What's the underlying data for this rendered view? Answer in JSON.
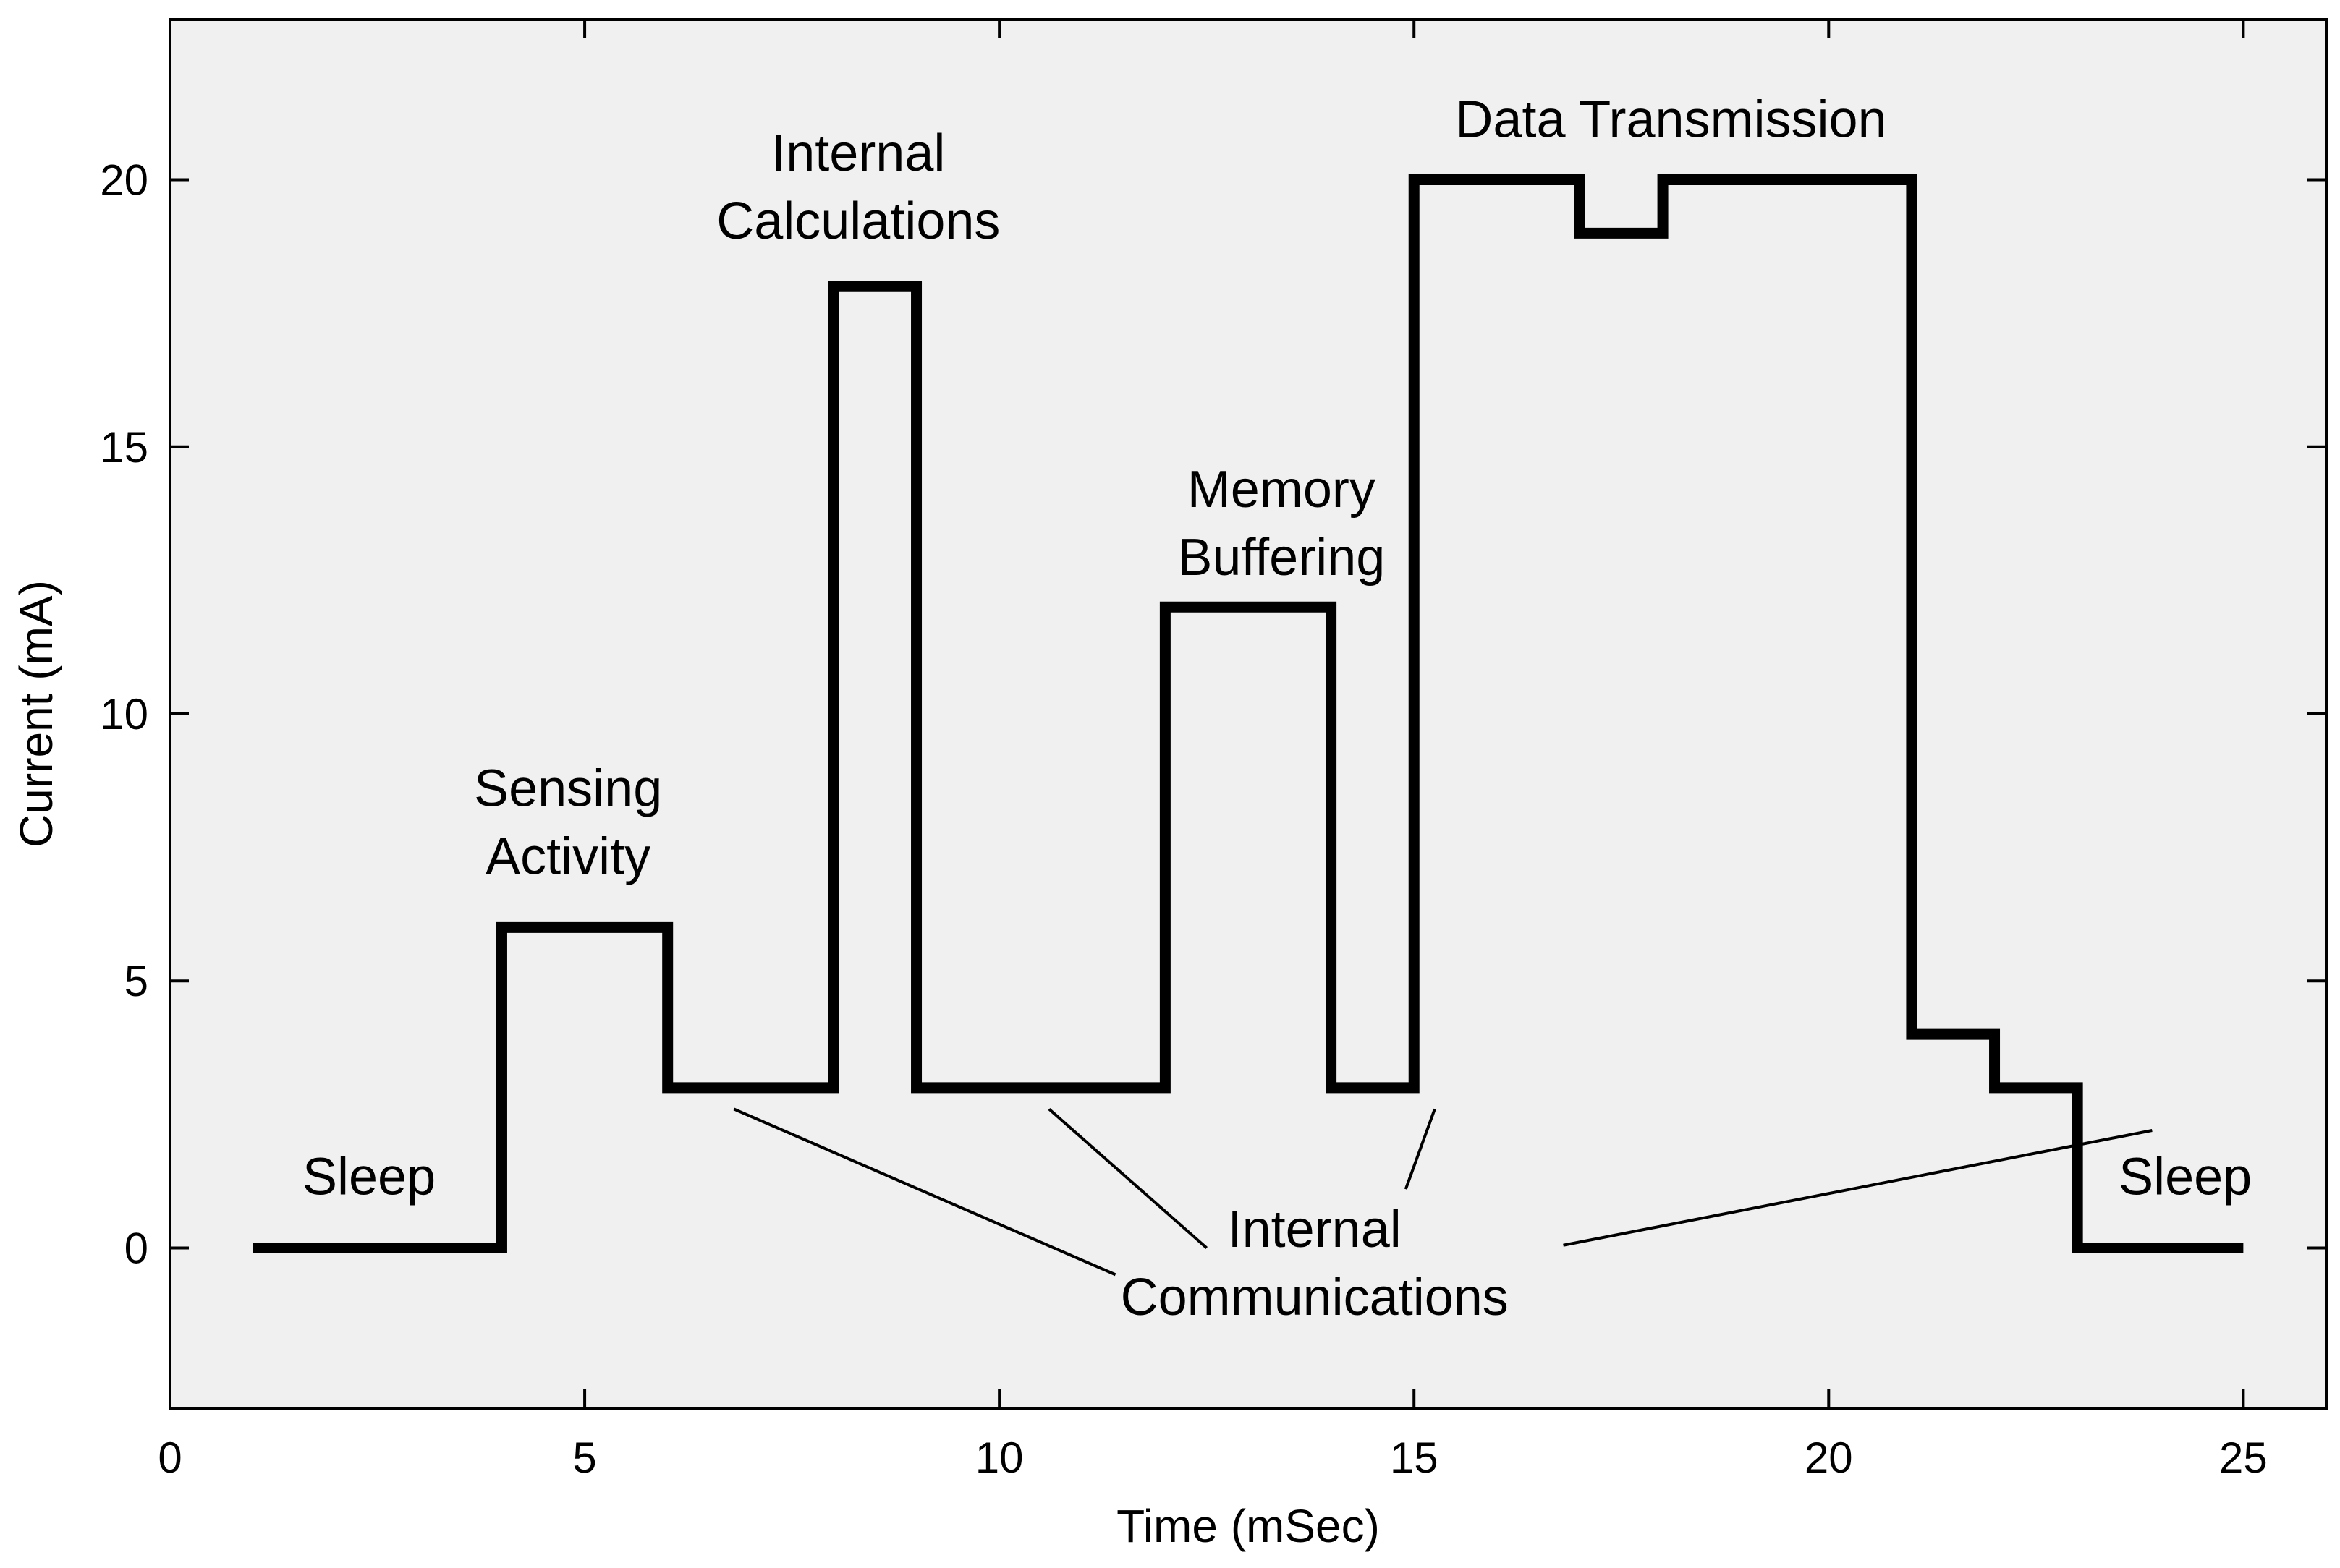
{
  "chart_data": {
    "type": "line",
    "title": "",
    "xlabel": "Time (mSec)",
    "ylabel": "Current (mA)",
    "xlim": [
      0,
      26
    ],
    "ylim": [
      -3,
      23
    ],
    "xticks": [
      0,
      5,
      10,
      15,
      20,
      25
    ],
    "yticks": [
      0,
      5,
      10,
      15,
      20
    ],
    "xtick_labels": [
      "0",
      "5",
      "10",
      "15",
      "20",
      "25"
    ],
    "ytick_labels": [
      "0",
      "5",
      "10",
      "15",
      "20"
    ],
    "grid": false,
    "background": "#f0f0f0",
    "line_color": "#000000",
    "series": [
      {
        "step": "post",
        "x": [
          1,
          4,
          6,
          8,
          9,
          12,
          14,
          15,
          17,
          18,
          21,
          22,
          23,
          25
        ],
        "y": [
          0,
          6,
          3,
          18,
          3,
          12,
          3,
          20,
          19,
          20,
          4,
          3,
          0,
          0
        ]
      }
    ],
    "annotations": [
      {
        "lines": [
          "Sleep"
        ],
        "x": 2.4,
        "y": 1.0
      },
      {
        "lines": [
          "Sensing",
          "Activity"
        ],
        "x": 4.8,
        "y": 7.0
      },
      {
        "lines": [
          "Internal",
          "Calculations"
        ],
        "x": 8.3,
        "y": 18.9
      },
      {
        "lines": [
          "Memory",
          "Buffering"
        ],
        "x": 13.4,
        "y": 12.6
      },
      {
        "lines": [
          "Data Transmission"
        ],
        "x": 18.1,
        "y": 20.8
      },
      {
        "lines": [
          "Internal",
          "Communications"
        ],
        "x": 13.8,
        "y": -1.25
      },
      {
        "lines": [
          "Sleep"
        ],
        "x": 24.3,
        "y": 1.0
      }
    ],
    "leaders": [
      {
        "from": [
          6.8,
          2.6
        ],
        "to": [
          11.4,
          -0.5
        ]
      },
      {
        "from": [
          10.6,
          2.6
        ],
        "to": [
          12.5,
          0.0
        ]
      },
      {
        "from": [
          15.25,
          2.6
        ],
        "to": [
          14.9,
          1.1
        ]
      },
      {
        "from": [
          16.8,
          0.05
        ],
        "to": [
          23.9,
          2.2
        ]
      }
    ]
  }
}
